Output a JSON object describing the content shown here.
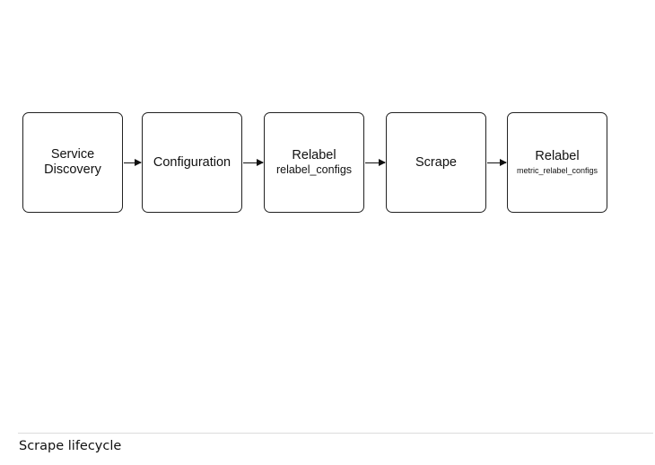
{
  "diagram": {
    "nodes": [
      {
        "title": "Service\nDiscovery",
        "subtitle": ""
      },
      {
        "title": "Configuration",
        "subtitle": ""
      },
      {
        "title": "Relabel",
        "subtitle": "relabel_configs"
      },
      {
        "title": "Scrape",
        "subtitle": ""
      },
      {
        "title": "Relabel",
        "subtitle": "metric_relabel_configs"
      }
    ],
    "edges": [
      {
        "from": 0,
        "to": 1
      },
      {
        "from": 1,
        "to": 2
      },
      {
        "from": 2,
        "to": 3
      },
      {
        "from": 3,
        "to": 4
      }
    ]
  },
  "caption": "Scrape lifecycle"
}
